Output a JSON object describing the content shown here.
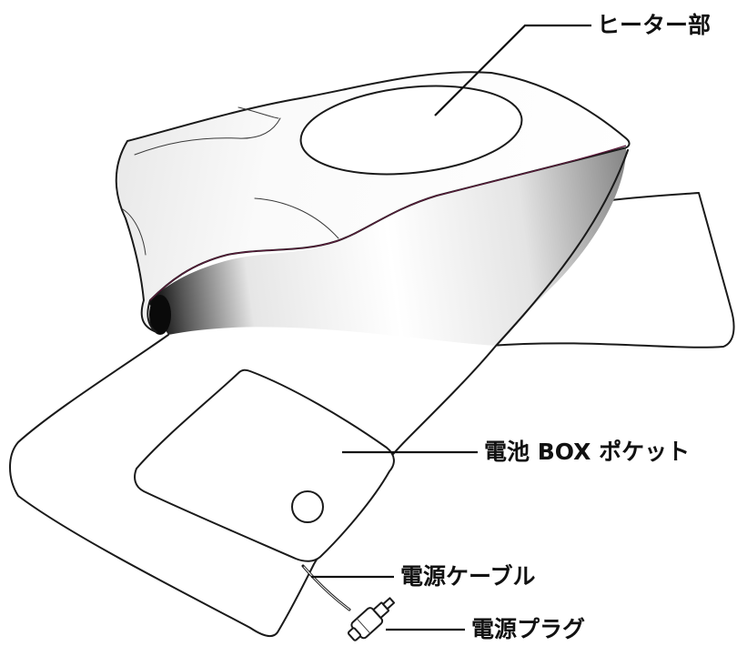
{
  "labels": {
    "heater": "ヒーター部",
    "battery_pocket": "電池 BOX ポケット",
    "power_cable": "電源ケーブル",
    "power_plug": "電源プラグ"
  }
}
